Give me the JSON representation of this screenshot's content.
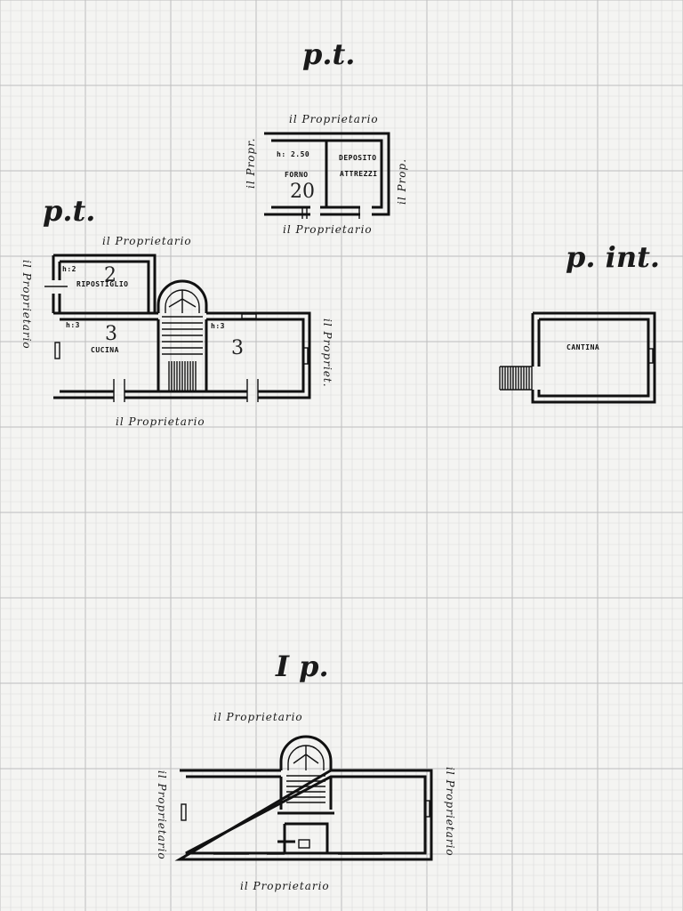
{
  "sections": {
    "pt_top": "p.t.",
    "pt_left": "p.t.",
    "p_int": "p. int.",
    "i_p": "I p."
  },
  "labels": {
    "annex_top": "il Proprietario",
    "annex_bottom": "il Proprietario",
    "annex_left": "il Propr.",
    "annex_right": "il Prop.",
    "ground_top": "il Proprietario",
    "ground_bottom": "il Proprietario",
    "ground_left": "il Proprietario",
    "ground_right": "il Propriet.",
    "first_top": "il Proprietario",
    "first_bottom": "il Proprietario",
    "first_left": "il Proprietario",
    "first_right": "il Proprietario"
  },
  "rooms": {
    "forno_h": "h: 2.50",
    "forno": "FORNO",
    "forno_num": "20",
    "deposito_1": "DEPOSITO",
    "deposito_2": "ATTREZZI",
    "ripostiglio_h": "h:2",
    "ripostiglio": "RIPOSTIGLIO",
    "ripostiglio_num": "2",
    "cucina_h": "h:3",
    "cucina": "CUCINA",
    "cucina_num": "3",
    "room2_h": "h:3",
    "room2_num": "3",
    "cantina": "CANTINA"
  }
}
